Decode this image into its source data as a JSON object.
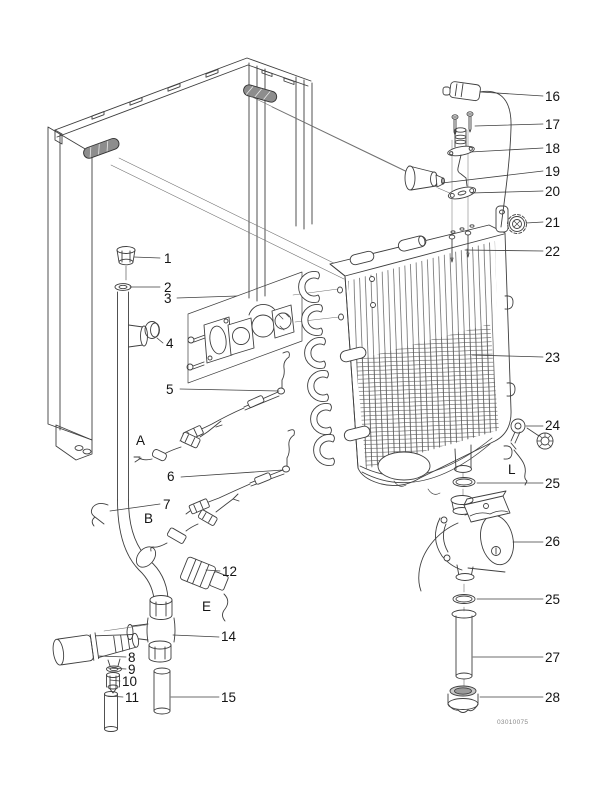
{
  "diagram": {
    "footer_code": "03010075",
    "callouts": {
      "c1": "1",
      "c2": "2",
      "c3": "3",
      "c4": "4",
      "c5": "5",
      "c6": "6",
      "c7": "7",
      "c8": "8",
      "c9": "9",
      "c10": "10",
      "c11": "11",
      "c12": "12",
      "c14": "14",
      "c15": "15",
      "c16": "16",
      "c17": "17",
      "c18": "18",
      "c19": "19",
      "c20": "20",
      "c21": "21",
      "c22": "22",
      "c23": "23",
      "c24": "24",
      "c25a": "25",
      "c26": "26",
      "c25b": "25",
      "c27": "27",
      "c28": "28",
      "lA": "A",
      "lB": "B",
      "lE": "E",
      "lL": "L"
    }
  }
}
